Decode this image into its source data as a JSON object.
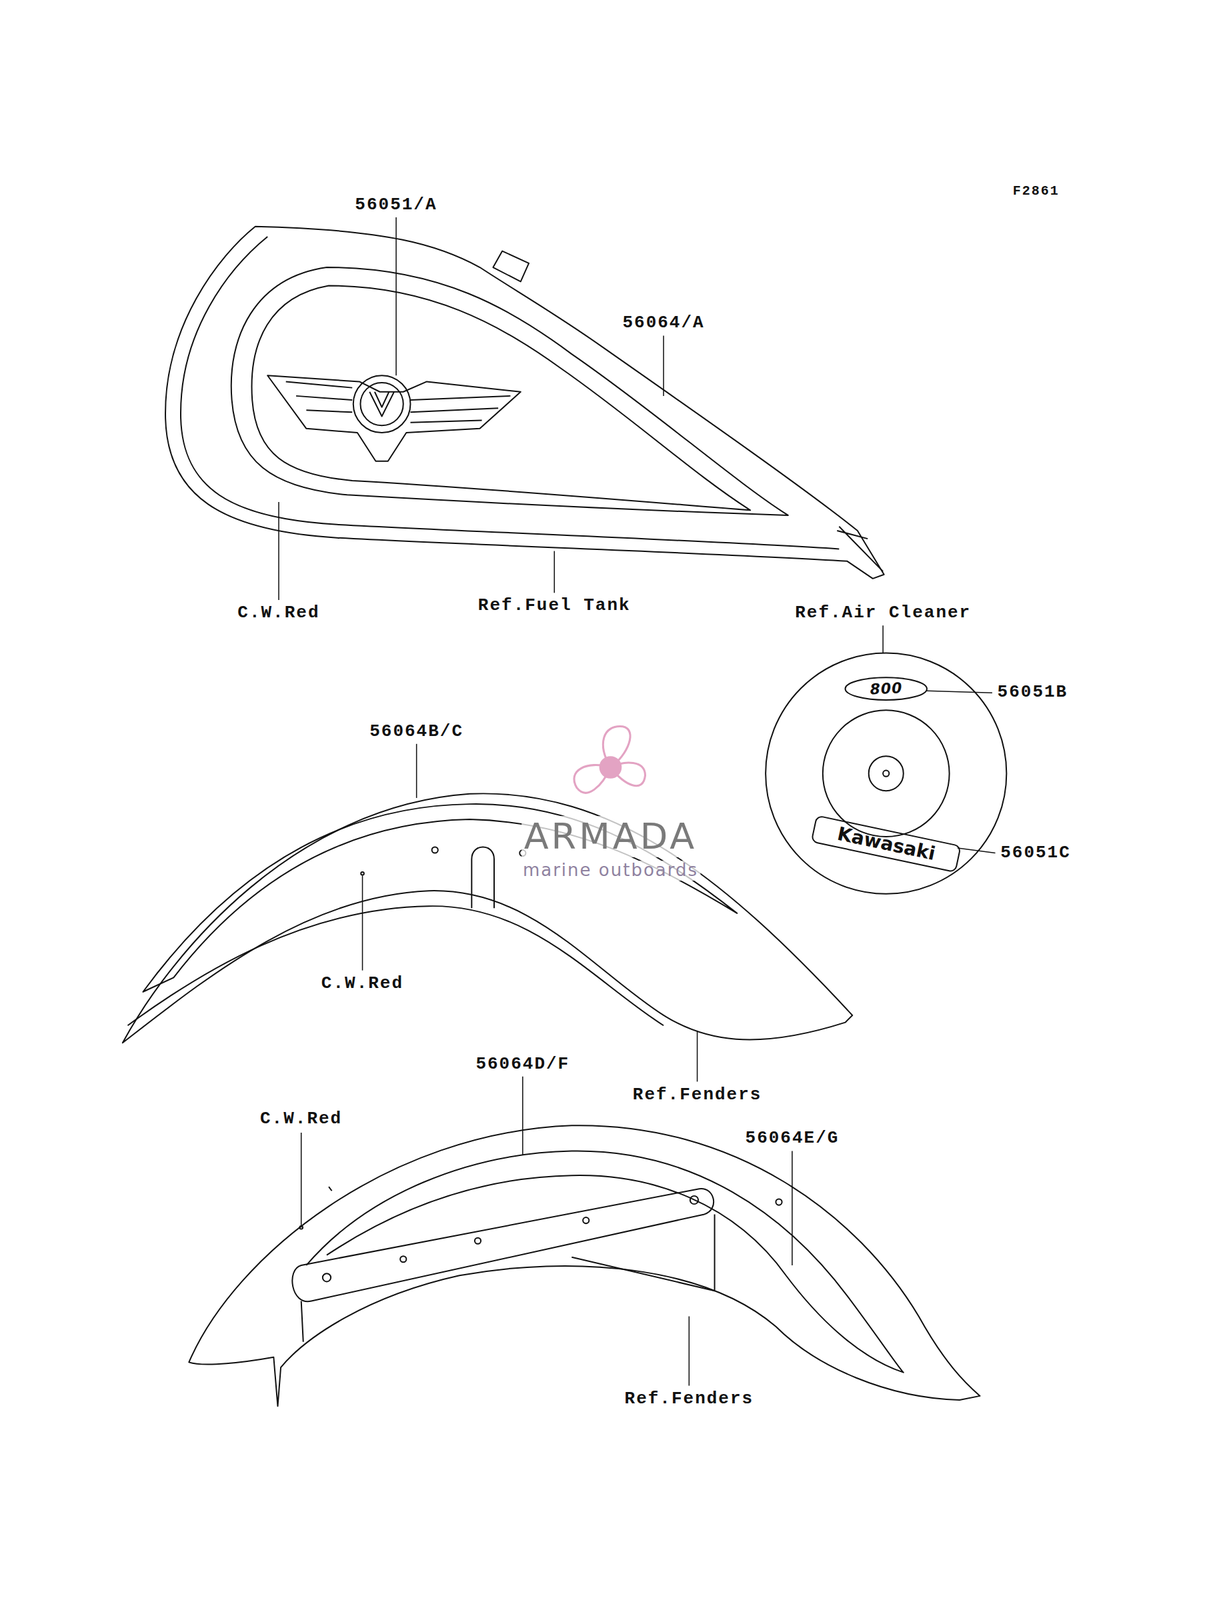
{
  "diagram": {
    "labels": [
      "F2861",
      "56051/A",
      "56064/A",
      "C.W.Red",
      "Ref.Fuel Tank",
      "Ref.Air Cleaner",
      "56051B",
      "56051C",
      "56064B/C",
      "C.W.Red",
      "Ref.Fenders",
      "56064D/F",
      "C.W.Red",
      "56064E/G",
      "Ref.Fenders",
      "ARMADA",
      "marine outboards",
      "800",
      "Kawasaki"
    ]
  }
}
